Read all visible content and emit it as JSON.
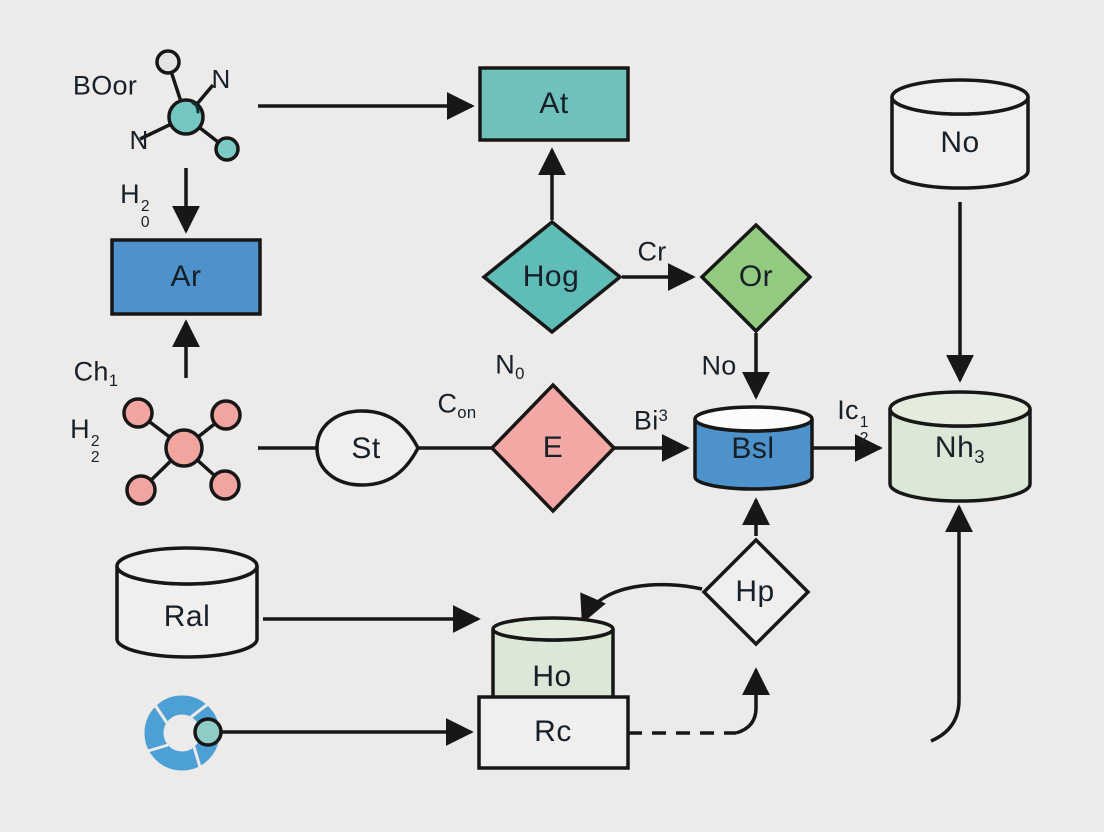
{
  "nodes": {
    "at": "At",
    "ar": "Ar",
    "hog": "Hog",
    "or": "Or",
    "e": "E",
    "st": "St",
    "bsl": "Bsl",
    "no_db": "No",
    "nh3": {
      "base": "Nh",
      "sub": "3"
    },
    "ral": "Ral",
    "ho": "Ho",
    "rc": "Rc",
    "hp": "Hp"
  },
  "edge_labels": {
    "cr": "Cr",
    "no": "No",
    "bi3": {
      "base": "Bi",
      "sup": "3"
    },
    "con": {
      "base": "C",
      "sub": "on"
    },
    "ic21": {
      "base": "Ic",
      "sup": "1",
      "sub": "2"
    },
    "n0": {
      "base": "N",
      "sub": "0"
    }
  },
  "annotations": {
    "boor": "BOor",
    "h02": {
      "base": "H",
      "sup": "2",
      "sub": "0"
    },
    "ch1": {
      "base": "Ch",
      "sub": "1"
    },
    "h22": {
      "base": "H",
      "sup": "2",
      "sub": "2"
    },
    "n_top": "N",
    "n_left": "N"
  },
  "colors": {
    "background": "#ecebe9",
    "blue": "#4d92cb",
    "teal": "#6fc1bb",
    "teal_dark": "#5fbcb7",
    "green": "#92cb7f",
    "pink": "#f3a8a5",
    "light_green": "#dce8d7",
    "light_green_top": "#e3ecdd",
    "shape_bg": "#f0efed",
    "white": "#fcfcfb",
    "ring_blue": "#4da0d5",
    "molecule_teal": "#74c7c0",
    "molecule_teal_small": "#7ccac3",
    "molecule_o_atom": "#e4e4e2",
    "molecule_pink": "#f2a4a1",
    "ring_dot_teal": "#8fccc5",
    "line": "#171717",
    "text": "#172029"
  }
}
